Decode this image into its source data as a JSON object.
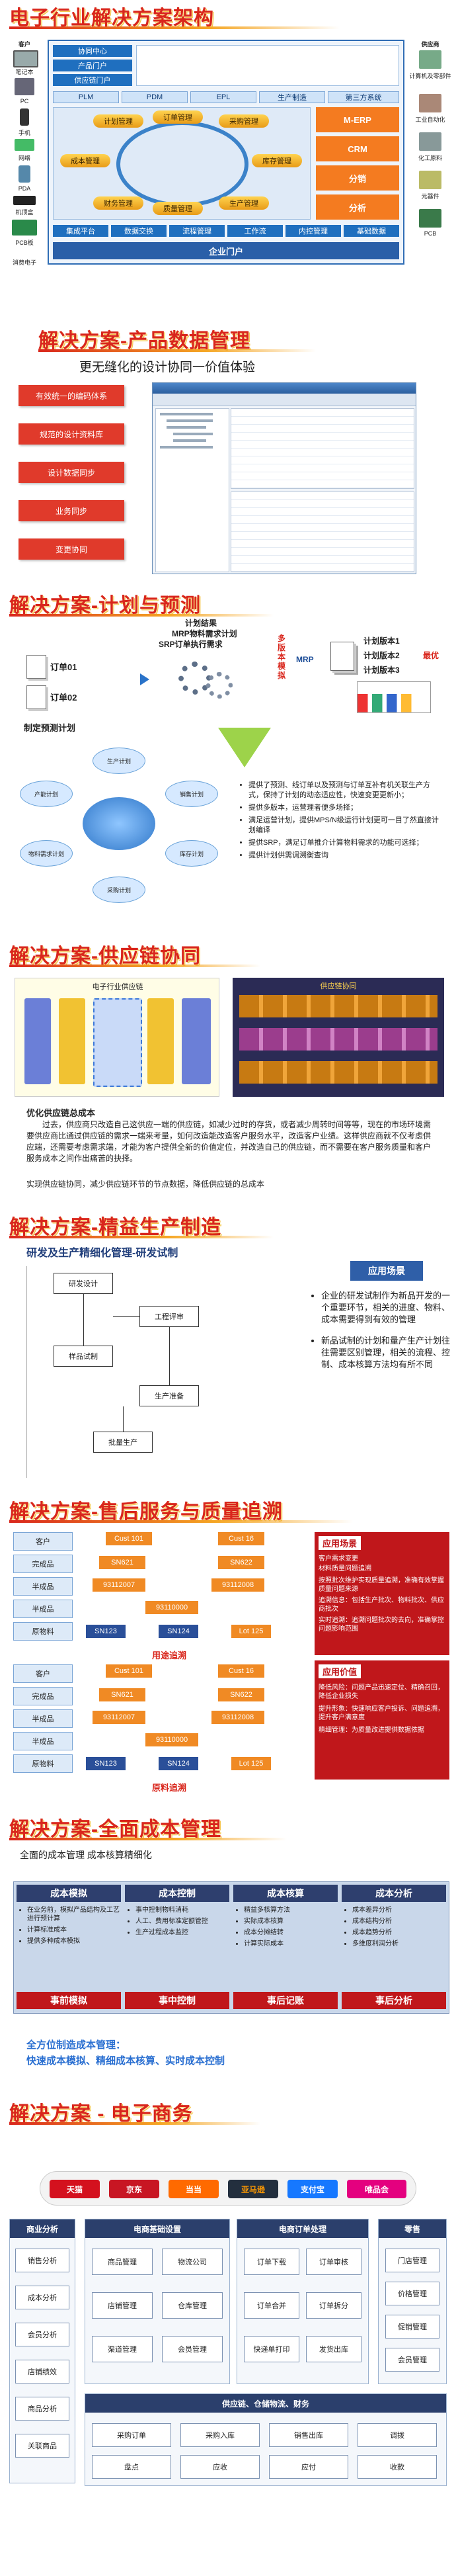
{
  "s1": {
    "title": "电子行业解决方案架构",
    "left_labels": [
      "客户",
      "笔记本",
      "PC",
      "手机",
      "网络",
      "PDA",
      "机顶盒",
      "PCB板",
      "消费电子"
    ],
    "right_labels": [
      "供应商",
      "计算机及零部件",
      "工业自动化",
      "化工原料",
      "元器件",
      "PCB"
    ],
    "top_bars": [
      "协同中心",
      "产品门户",
      "供应链门户"
    ],
    "mid_bars": [
      "PLM",
      "PDM",
      "EPL",
      "生产制造",
      "第三方系统"
    ],
    "modules": [
      "计划管理",
      "订单管理",
      "采购管理",
      "库存管理",
      "生产管理",
      "质量管理",
      "财务管理",
      "成本管理"
    ],
    "right_modules": [
      "M-ERP",
      "CRM",
      "分销",
      "分析"
    ],
    "base_bars": [
      "集成平台",
      "数据交换",
      "流程管理",
      "工作流",
      "内控管理",
      "基础数据"
    ],
    "footer": "企业门户"
  },
  "s2": {
    "title": "解决方案-产品数据管理",
    "subtitle": "更无缝化的设计协同一价值体验",
    "buttons": [
      "有效统一的编码体系",
      "规范的设计资料库",
      "设计数据同步",
      "业务同步",
      "变更协同"
    ]
  },
  "s3": {
    "title": "解决方案-计划与预测",
    "plan_lines": [
      "计划结果",
      "MRP物料需求计划",
      "SRP订单执行需求"
    ],
    "orders": [
      "订单01",
      "订单02"
    ],
    "forecast": "制定预测计划",
    "right_labels": [
      "多版本模拟",
      "MRP",
      "计划版本1",
      "计划版本2",
      "计划版本3",
      "最优"
    ],
    "flow_nodes": [
      "生产计划",
      "销售计划",
      "库存计划",
      "采购计划",
      "物料需求计划",
      "产能计划"
    ],
    "bullets": [
      "提供了预测、线订单以及预测与订单互补有机关联生产方式，保持了计划的动态适应性，快速变更更新小；",
      "提供多版本，运营理者便多场择；",
      "满足运营计划，提供MPS/N级运行计划更可一目了然直接计划编译",
      "提供SRP，满足订单推介计算物料需求的功能可选择；",
      "提供计划供需调溯衡查询"
    ]
  },
  "s4": {
    "title": "解决方案-供应链协同",
    "diagram_title": "电子行业供应链",
    "chain_right_title": "供应链协同",
    "text_title": "优化供应链总成本",
    "text": "过去，供应商只改造自己这供应一端的供应链，如减少过时的存货，或者减少周转时间等等，现在的市场环境需要供应商比通过供应链的需求一端来考量，如何改造能改造客户服务水平，改造客户业绩。这样供应商就不仅考虑供应端，还需要考虑需求端，才能为客户提供全新的价值定位，并改造自己的供应链，而不需要在客户服务质量和客户服务成本之间作出痛苦的抉择。",
    "text2": "实现供应链协同，减少供应链环节的节点数据，降低供应链的总成本"
  },
  "s5": {
    "title": "解决方案-精益生产制造",
    "subtitle": "研发及生产精细化管理-研发试制",
    "app_title": "应用场景",
    "flow_nodes": [
      "研发设计",
      "工程评审",
      "样品试制",
      "生产准备",
      "批量生产"
    ],
    "bullets": [
      "企业的研发试制作为新品开发的一个重要环节，相关的进度、物料、成本需要得到有效的管理",
      "新品试制的计划和量产生产计划往往需要区别管理，相关的流程、控制、成本核算方法均有所不同"
    ]
  },
  "s6": {
    "title": "解决方案-售后服务与质量追溯",
    "left_col1": [
      "客户",
      "完成品",
      "半成品",
      "半成品",
      "原物料"
    ],
    "left_col2": [
      "客户",
      "完成品",
      "半成品",
      "半成品",
      "原物料"
    ],
    "codes1": [
      "Cust 101",
      "Cust 16",
      "SN621",
      "SN622",
      "93112007",
      "93112008",
      "93110000",
      "SN123",
      "SN124",
      "Lot 125"
    ],
    "mid_title": "用途追溯",
    "bottom_title": "原料追溯",
    "codes2": [
      "Cust 101",
      "Cust 16",
      "SN621",
      "SN622",
      "93112007",
      "93112008",
      "93110000",
      "SN123",
      "SN124",
      "Lot 125"
    ],
    "app_title": "应用场景",
    "app_items": [
      "客户需求变更",
      "材料质量问题追溯"
    ],
    "app_solutions": [
      "按照批次维护实现质量追溯，准确有效掌握质量问题来源",
      "追溯信息：包括生产批次、物料批次、供应商批次",
      "实时追溯：追溯问题批次的去向，准确掌控问题影响范围"
    ],
    "value_title": "应用价值",
    "value_items": [
      "降低风险：问题产品迅速定位、精确召回，降低企业损失",
      "提升形象：快速响应客户投诉、问题追溯，提升客户满意度",
      "精细管理：为质量改进提供数据依据"
    ]
  },
  "s7": {
    "title": "解决方案-全面成本管理",
    "subtitle": "全面的成本管理  成本核算精细化",
    "cols": [
      "成本模拟",
      "成本控制",
      "成本核算",
      "成本分析"
    ],
    "col_items": [
      [
        "在业务前，模拟产品结构及工艺进行预计算",
        "计算标准成本",
        "提供多种成本模拟"
      ],
      [
        "事中控制物料消耗",
        "人工、费用标准定额管控",
        "生产过程成本监控"
      ],
      [
        "精益多核算方法",
        "实际成本核算",
        "成本分摊结转",
        "计算实际成本"
      ],
      [
        "成本差异分析",
        "成本结构分析",
        "成本趋势分析",
        "多维度利润分析"
      ]
    ],
    "stages": [
      "事前模拟",
      "事中控制",
      "事后记账",
      "事后分析"
    ],
    "summary_title": "全方位制造成本管理：",
    "summary": "快速成本模拟、精细成本核算、实时成本控制"
  },
  "s8": {
    "title": "解决方案 - 电子商务",
    "channels": [
      "天猫",
      "京东",
      "当当",
      "亚马逊",
      "支付宝",
      "唯品会"
    ],
    "left_title": "商业分析",
    "left_items": [
      "销售分析",
      "成本分析",
      "会员分析",
      "店铺绩效",
      "商品分析",
      "关联商品"
    ],
    "b1_title": "电商基础设置",
    "b1_items": [
      "商品管理",
      "物流公司",
      "店铺管理",
      "仓库管理",
      "渠道管理",
      "会员管理"
    ],
    "b2_title": "电商订单处理",
    "b2_items": [
      "订单下载",
      "订单审核",
      "订单合并",
      "订单拆分",
      "快递单打印",
      "发货出库"
    ],
    "right_title": "零售",
    "right_items": [
      "门店管理",
      "价格管理",
      "促销管理",
      "会员管理"
    ],
    "bottom_title": "供应链、仓储物流、财务",
    "bottom_items": [
      "采购订单",
      "采购入库",
      "销售出库",
      "调拨",
      "盘点",
      "应收",
      "应付",
      "收款"
    ]
  }
}
